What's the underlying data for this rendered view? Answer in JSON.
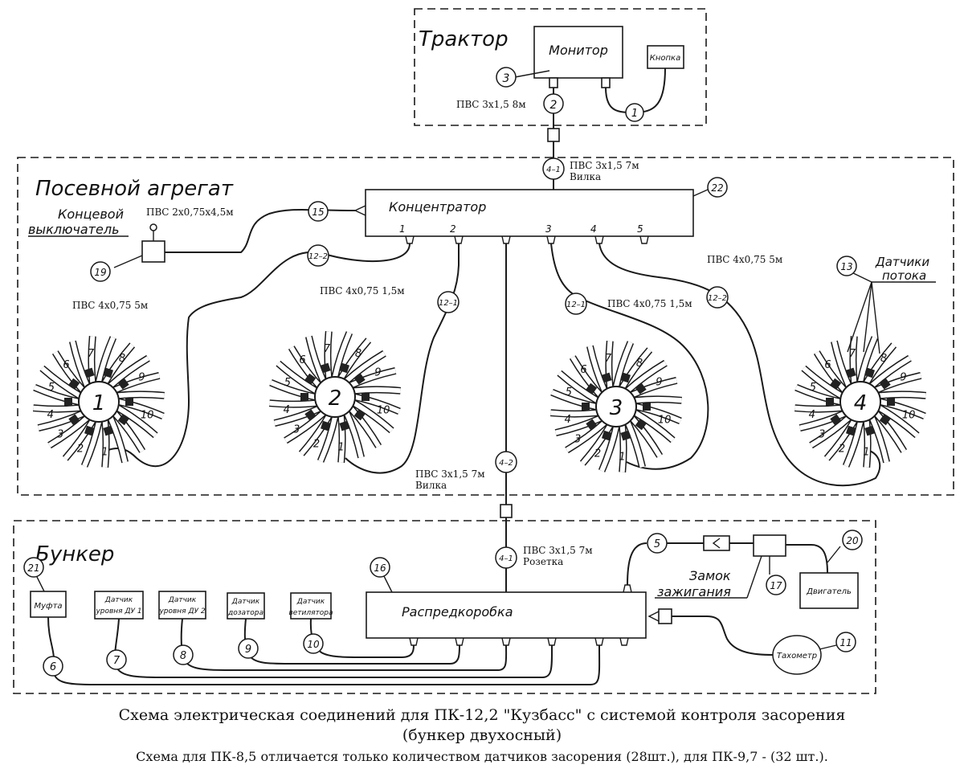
{
  "sections": {
    "tractor": "Трактор",
    "seeder": "Посевной агрегат",
    "bunker": "Бункер"
  },
  "blocks": {
    "monitor": "Монитор",
    "button": "Кнопка",
    "concentrator": "Концентратор",
    "limit_switch_l1": "Концевой",
    "limit_switch_l2": "выключатель",
    "flow_sensors_l1": "Датчики",
    "flow_sensors_l2": "потока",
    "coupling": "Муфта",
    "level1_l1": "Датчик",
    "level1_l2": "уровня ДУ 1",
    "level2_l1": "Датчик",
    "level2_l2": "уровня ДУ 2",
    "dosing_l1": "Датчик",
    "dosing_l2": "дозатора",
    "fan_l1": "Датчик",
    "fan_l2": "ветиляторa",
    "distribution_box": "Распредкоробка",
    "ignition_l1": "Замок",
    "ignition_l2": "зажигания",
    "engine": "Двигатель",
    "tachometer": "Тахометр"
  },
  "cables": {
    "c2": "ПВС 3х1,5  8м",
    "c41_top_l1": "ПВС 3х1,5  7м",
    "c41_top_l2": "Вилка",
    "c15": "ПВС 2х0,75х4,5м",
    "c122_left": "ПВС 4х0,75  5м",
    "c121_left": "ПВС 4х0,75  1,5м",
    "c121_right": "ПВС 4х0,75  1,5м",
    "c122_right": "ПВС 4х0,75  5м",
    "c42_l1": "ПВС 3х1,5  7м",
    "c42_l2": "Вилка",
    "c41_bot_l1": "ПВС 3х1,5  7м",
    "c41_bot_l2": "Розетка"
  },
  "ports": [
    "1",
    "2",
    "3",
    "4",
    "5"
  ],
  "callouts": {
    "n1": "1",
    "n2": "2",
    "n3": "3",
    "n41a": "4–1",
    "n15": "15",
    "n22": "22",
    "n122a": "12–2",
    "n121a": "12–1",
    "n121b": "12–1",
    "n122b": "12–2",
    "n13": "13",
    "n19": "19",
    "n42": "4–2",
    "n41b": "4–1",
    "n16": "16",
    "n21": "21",
    "n5": "5",
    "n17": "17",
    "n20": "20",
    "n11": "11",
    "n6": "6",
    "n7": "7",
    "n8": "8",
    "n9": "9",
    "n10": "10"
  },
  "wheels": [
    "1",
    "2",
    "3",
    "4"
  ],
  "sensor_numbers": [
    "1",
    "2",
    "3",
    "4",
    "5",
    "6",
    "7",
    "8",
    "9",
    "10"
  ],
  "caption": {
    "line1": "Схема электрическая соединений для ПК-12,2 \"Кузбасс\" с системой контроля засорения",
    "line2": "(бункер двухосный)",
    "line3": "Схема для ПК-8,5 отличается только количеством датчиков засорения (28шт.), для ПК-9,7 - (32 шт.)."
  }
}
